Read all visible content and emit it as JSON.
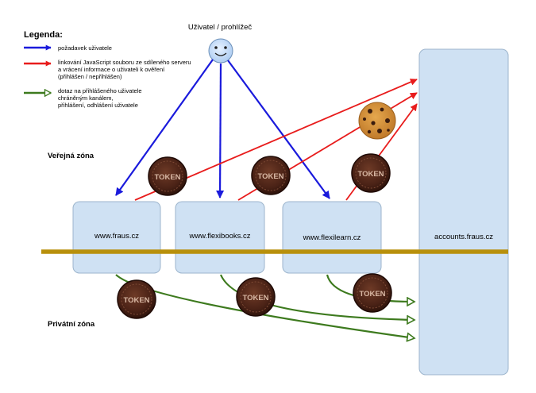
{
  "legend": {
    "title": "Legenda:",
    "items": [
      {
        "color": "#1a1adc",
        "arrow": "filled-arrow-icon",
        "lines": [
          "požadavek uživatele"
        ]
      },
      {
        "color": "#e81c1c",
        "arrow": "filled-arrow-icon",
        "lines": [
          "linkování JavaScript souboru ze sdíleného serveru",
          "a vrácení informace o uživateli k ověření",
          "(přihlášen / nepřihlášen)"
        ]
      },
      {
        "color": "#3d7a1e",
        "arrow": "hollow-arrow-icon",
        "lines": [
          "dotaz na přihlášeného uživatele",
          "chráněným kanálem,",
          "přihlášení, odhlášení uživatele"
        ]
      }
    ]
  },
  "user": {
    "label": "Uživatel / prohlížeč",
    "icon": "smiley-face-icon"
  },
  "zones": {
    "public": "Veřejná zóna",
    "private": "Privátní zóna"
  },
  "servers": [
    {
      "id": "fraus",
      "label": "www.fraus.cz"
    },
    {
      "id": "flexibooks",
      "label": "www.flexibooks.cz"
    },
    {
      "id": "flexilearn",
      "label": "www.flexilearn.cz"
    },
    {
      "id": "accounts",
      "label": "accounts.fraus.cz"
    }
  ],
  "token": {
    "label": "TOKEN",
    "icon": "token-coin-icon"
  },
  "cookie": {
    "icon": "cookie-icon"
  },
  "colors": {
    "request": "#1a1adc",
    "javascript": "#e81c1c",
    "private_channel": "#3d7a1e",
    "zone_divider": "#b8900c",
    "server_fill": "#cfe1f3",
    "server_border": "#9cb4cc"
  }
}
